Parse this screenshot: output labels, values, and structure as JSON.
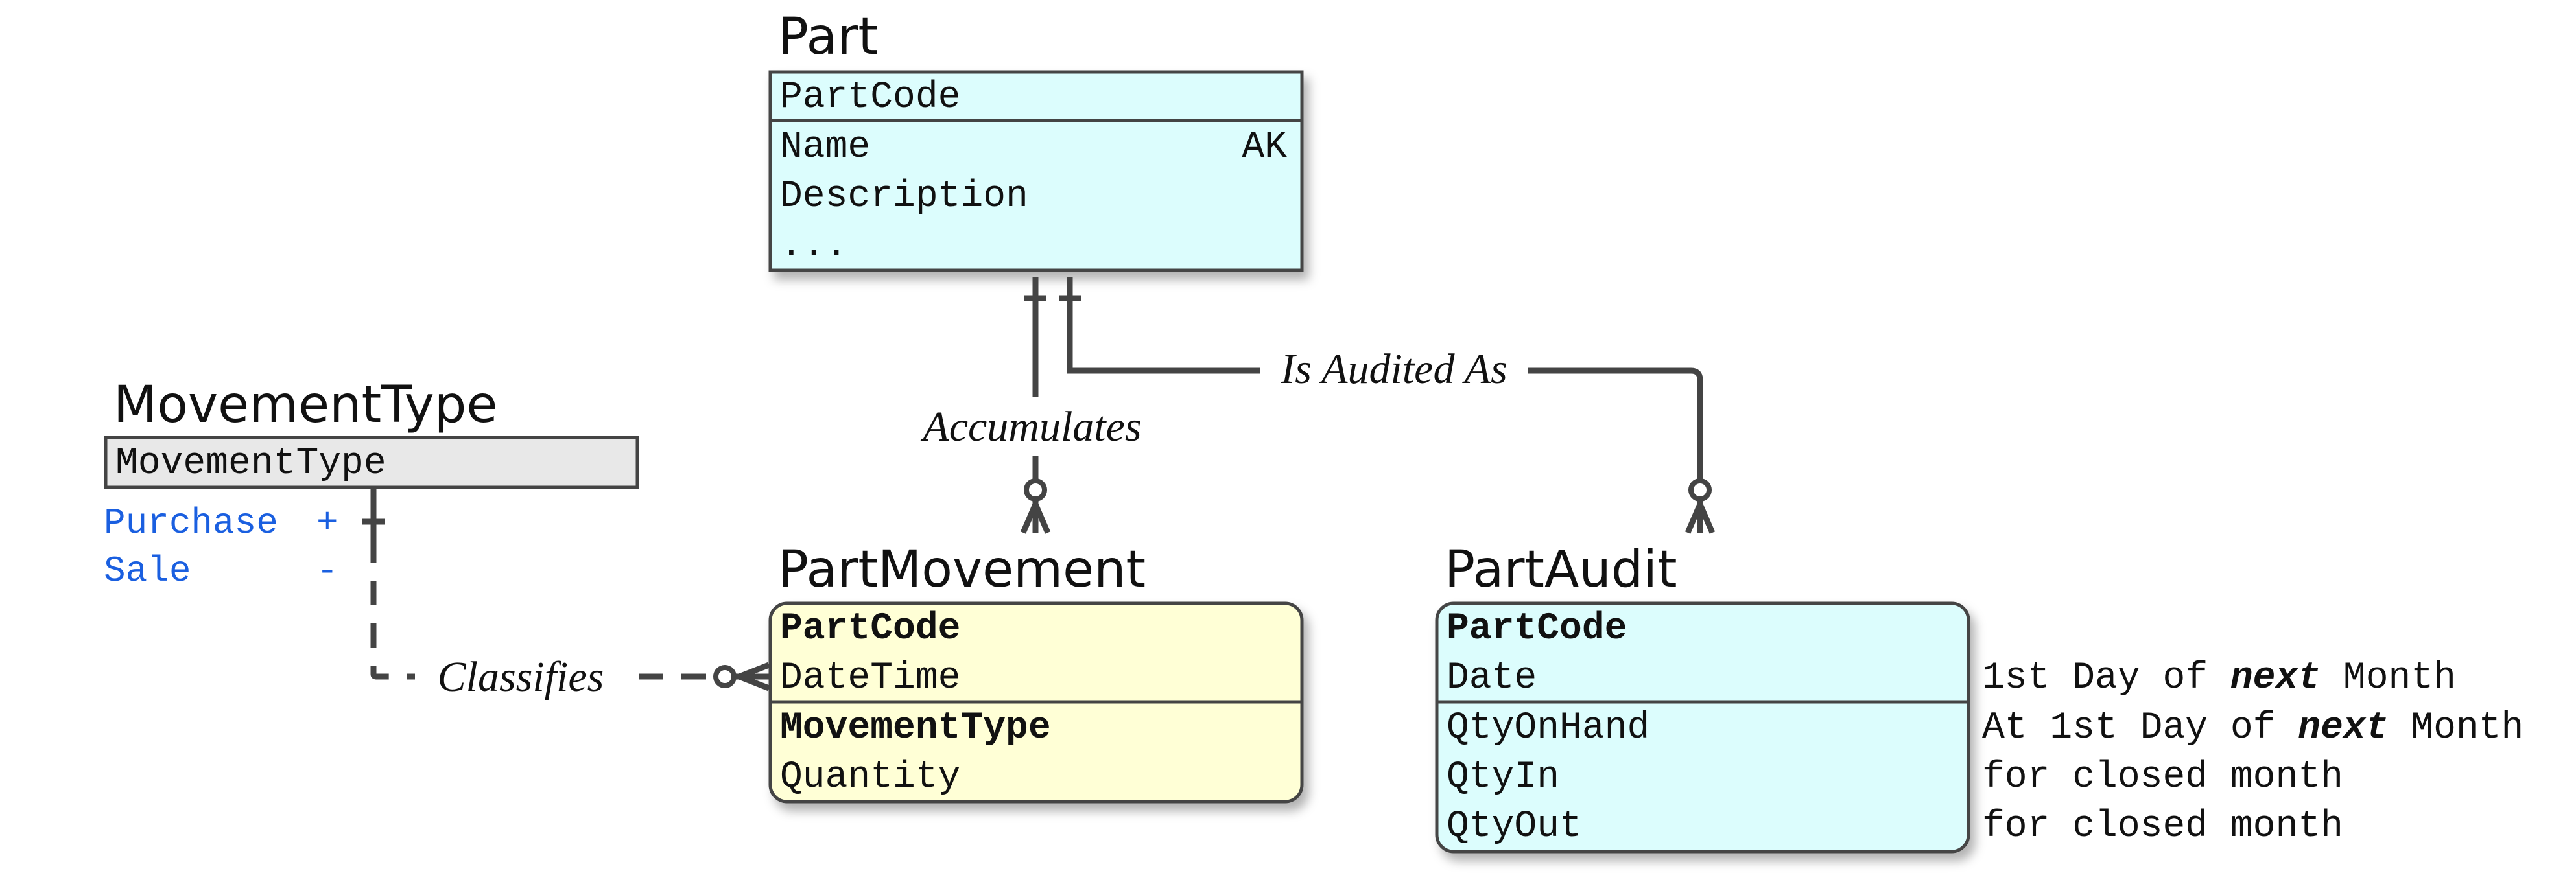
{
  "entities": {
    "part": {
      "title": "Part",
      "key_attrs": [
        "PartCode"
      ],
      "attrs": [
        "Name",
        "Description",
        "..."
      ],
      "ak_marker": "AK"
    },
    "movement_type": {
      "title": "MovementType",
      "key_attrs": [
        "MovementType"
      ],
      "values": [
        {
          "name": "Purchase",
          "sign": "+"
        },
        {
          "name": "Sale",
          "sign": "-"
        }
      ]
    },
    "part_movement": {
      "title": "PartMovement",
      "key_attrs": [
        "PartCode",
        "DateTime"
      ],
      "attrs": [
        "MovementType",
        "Quantity"
      ]
    },
    "part_audit": {
      "title": "PartAudit",
      "key_attrs": [
        "PartCode",
        "Date"
      ],
      "attrs": [
        "QtyOnHand",
        "QtyIn",
        "QtyOut"
      ]
    }
  },
  "relationships": {
    "accumulates": "Accumulates",
    "is_audited_as": "Is Audited As",
    "classifies": "Classifies"
  },
  "notes": {
    "date": {
      "before": "1st Day of ",
      "emph": "next",
      "after": " Month"
    },
    "qty_on_hand": {
      "before": "At 1st Day of ",
      "emph": "next",
      "after": " Month"
    },
    "qty_in": "for closed month",
    "qty_out": "for closed month"
  },
  "colors": {
    "part_fill": "#dcfdfd",
    "part_movement_fill": "#ffffd6",
    "part_audit_fill": "#dcfdfd",
    "movement_type_fill": "#e8e8e8",
    "enum_text": "#1a5fe0",
    "line": "#444444"
  }
}
